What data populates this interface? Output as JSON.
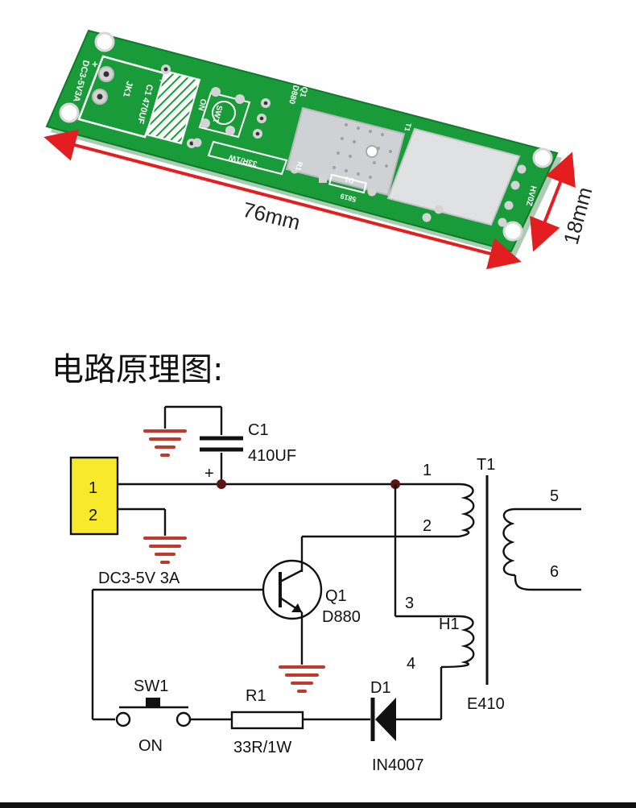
{
  "photo": {
    "width_label": "76mm",
    "height_label": "18mm",
    "silkscreen": {
      "connector": "DC3-5V3A",
      "jk": "JK1",
      "cap": "C1 470UF",
      "plus": "+",
      "on": "ON",
      "sw": "SW1",
      "q": "Q1",
      "d880": "D880",
      "r1": "33R/1W",
      "r1name": "R1",
      "d1": "D1",
      "d1part": "5819",
      "t1": "T1",
      "hv": "HV0Z"
    }
  },
  "heading": "电路原理图:",
  "schematic": {
    "connector_pins": [
      "1",
      "2"
    ],
    "supply_label": "DC3-5V 3A",
    "c1": {
      "name": "C1",
      "value": "410UF",
      "polarity": "+"
    },
    "q1": {
      "name": "Q1",
      "part": "D880"
    },
    "t1": {
      "name": "T1",
      "core": "E410",
      "h": "H1",
      "pins": [
        "1",
        "2",
        "3",
        "4",
        "5",
        "6"
      ]
    },
    "sw1": {
      "name": "SW1",
      "state": "ON"
    },
    "r1": {
      "name": "R1",
      "value": "33R/1W"
    },
    "d1": {
      "name": "D1",
      "part": "IN4007"
    }
  },
  "colors": {
    "pcb_green": "#1a9b3a",
    "ground_red": "#c0392b",
    "arrow_red": "#e41e20",
    "connector_yellow": "#f6ea2a"
  }
}
